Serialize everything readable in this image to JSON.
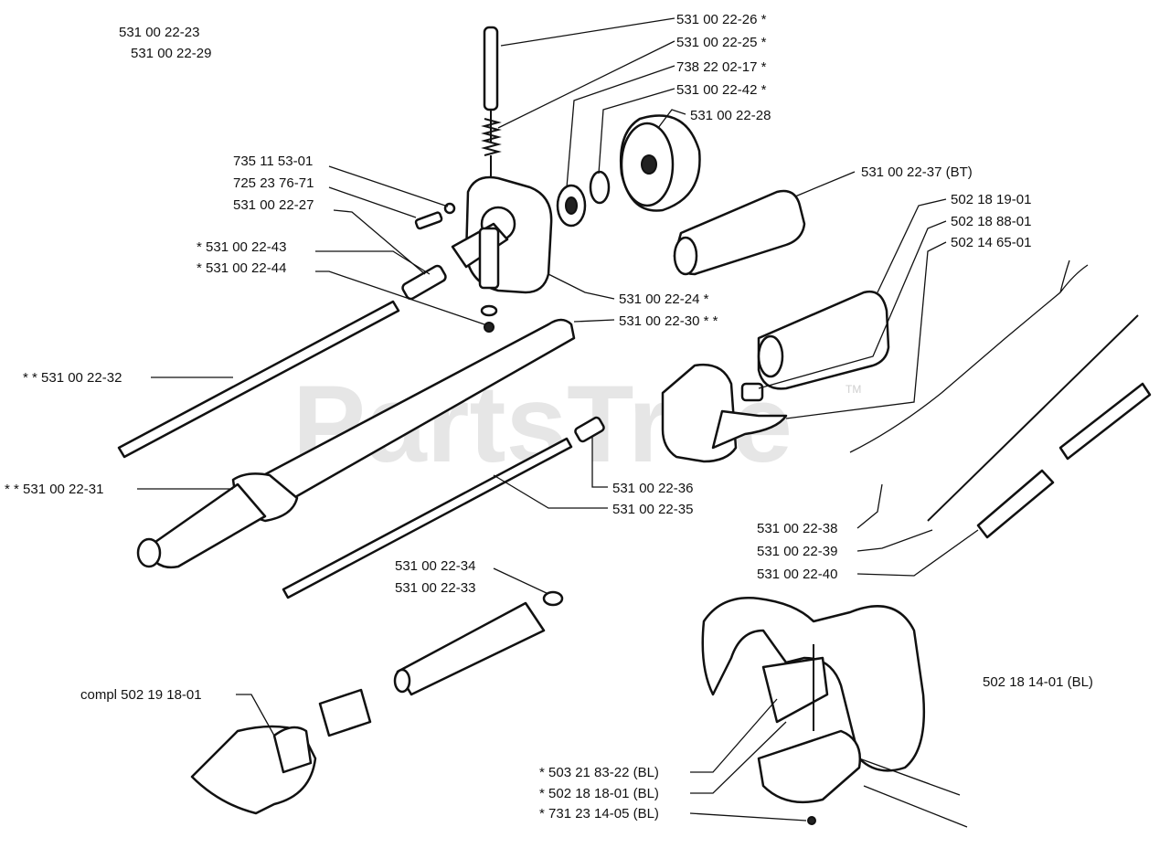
{
  "header_labels": [
    "531 00 22-23",
    "531 00 22-29"
  ],
  "watermark": "PartsTree",
  "trademark": "TM",
  "labels": [
    {
      "id": "p2226",
      "text": "531 00 22-26  *"
    },
    {
      "id": "p2225",
      "text": "531 00 22-25  *"
    },
    {
      "id": "p2217",
      "text": "738 22 02-17  *"
    },
    {
      "id": "p2242",
      "text": "531 00 22-42  *"
    },
    {
      "id": "p2228",
      "text": "531 00 22-28"
    },
    {
      "id": "p5301",
      "text": "735 11 53-01"
    },
    {
      "id": "p7671",
      "text": "725 23 76-71"
    },
    {
      "id": "p2227",
      "text": "531 00 22-27"
    },
    {
      "id": "p2243",
      "text": "*  531 00 22-43"
    },
    {
      "id": "p2244",
      "text": "*  531 00 22-44"
    },
    {
      "id": "p2237",
      "text": "531 00 22-37 (BT)"
    },
    {
      "id": "p1901",
      "text": "502 18 19-01"
    },
    {
      "id": "p8801",
      "text": "502 18 88-01"
    },
    {
      "id": "p6501",
      "text": "502 14 65-01"
    },
    {
      "id": "p2224",
      "text": "531 00 22-24  *"
    },
    {
      "id": "p2230",
      "text": "531 00 22-30  * *"
    },
    {
      "id": "p2232",
      "text": "* *  531 00 22-32"
    },
    {
      "id": "p2231",
      "text": "* *  531 00 22-31"
    },
    {
      "id": "p2236",
      "text": "531 00 22-36"
    },
    {
      "id": "p2235",
      "text": "531 00 22-35"
    },
    {
      "id": "p2238",
      "text": "531 00 22-38"
    },
    {
      "id": "p2239",
      "text": "531 00 22-39"
    },
    {
      "id": "p2240",
      "text": "531 00 22-40"
    },
    {
      "id": "p2234",
      "text": "531 00 22-34"
    },
    {
      "id": "p2233",
      "text": "531 00 22-33"
    },
    {
      "id": "p1401",
      "text": "502 18 14-01 (BL)"
    },
    {
      "id": "p1801c",
      "text": "compl 502 19 18-01"
    },
    {
      "id": "p8322",
      "text": "*  503 21 83-22 (BL)"
    },
    {
      "id": "p1801",
      "text": "*  502 18 18-01 (BL)"
    },
    {
      "id": "p1405",
      "text": "*  731 23 14-05 (BL)"
    }
  ]
}
